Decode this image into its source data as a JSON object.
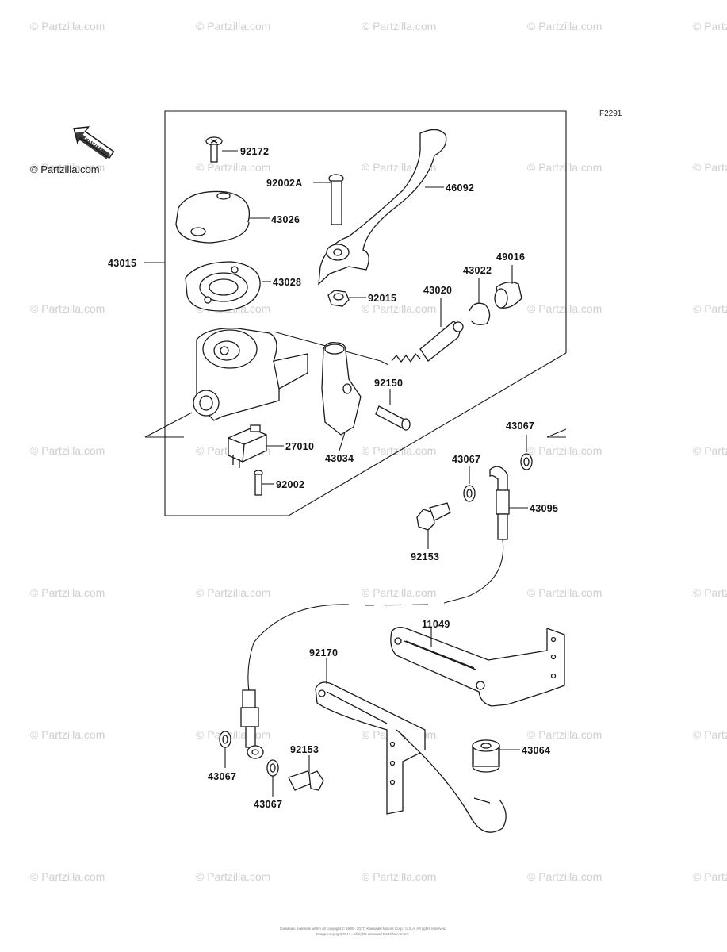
{
  "figure_code": "F2291",
  "copyright_mark": "© Partzilla.com",
  "watermark_text": "© Partzilla.com",
  "front_arrow_label": "FRONT",
  "footer_lines": [
    "Kawasaki materials within all copyright © 1995 - 2017, Kawasaki Motors Corp., U.S.A. All rights reserved.",
    "Image copyright 2017 - all rights reserved Partzilla.com Inc."
  ],
  "part_labels": {
    "l_92172": "92172",
    "l_92002A": "92002A",
    "l_46092": "46092",
    "l_43026": "43026",
    "l_43015": "43015",
    "l_43028": "43028",
    "l_92015": "92015",
    "l_43020": "43020",
    "l_43022": "43022",
    "l_49016": "49016",
    "l_92150": "92150",
    "l_43034": "43034",
    "l_27010": "27010",
    "l_92002": "92002",
    "l_43067_a": "43067",
    "l_43067_b": "43067",
    "l_43095": "43095",
    "l_92153_a": "92153",
    "l_11049": "11049",
    "l_92170": "92170",
    "l_43064": "43064",
    "l_43067_c": "43067",
    "l_92153_b": "92153",
    "l_43067_d": "43067"
  }
}
